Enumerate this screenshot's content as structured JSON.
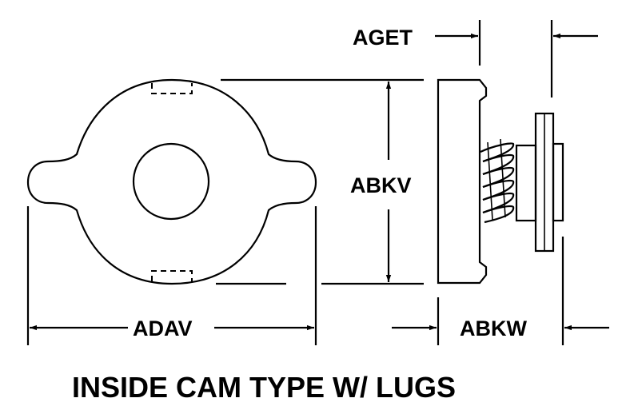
{
  "labels": {
    "aget": "AGET",
    "abkv": "ABKV",
    "adav": "ADAV",
    "abkw": "ABKW"
  },
  "caption": "INSIDE CAM TYPE W/ LUGS"
}
